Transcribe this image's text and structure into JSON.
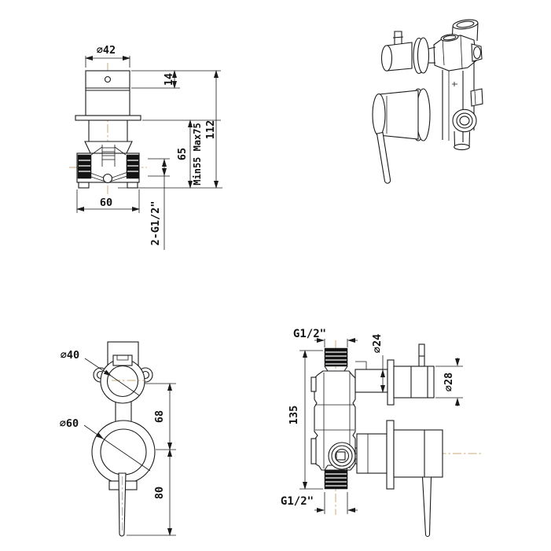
{
  "drawing": {
    "colors": {
      "line": "#1a1a1a",
      "centerline": "#c9a87e",
      "thread_fill": "#141414"
    },
    "views": {
      "front": {
        "dia_handle": "⌀42",
        "cap_height": "14",
        "total_height": "112",
        "depth_range": "Min55 Max75",
        "center_height": "65",
        "body_width": "60",
        "thread_spec": "2-G1/2\""
      },
      "trim": {
        "dia_small": "⌀40",
        "dia_large": "⌀60",
        "center_distance": "68",
        "lever_length": "80"
      },
      "side": {
        "thread_top": "G1/2\"",
        "stem_dia": "⌀24",
        "knob_dia": "⌀28",
        "body_height": "135",
        "thread_bottom": "G1/2\""
      }
    }
  }
}
